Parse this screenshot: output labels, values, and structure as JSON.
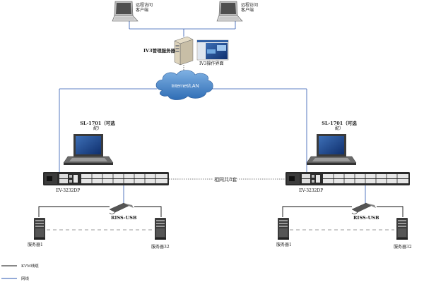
{
  "labels": {
    "remote_client_left": [
      "远程访问",
      "客户端"
    ],
    "remote_client_right": [
      "远程访问",
      "客户端"
    ],
    "iv3_server": "IV3管理服务器",
    "iv3_ui": "IV3操作界面",
    "cloud": "Internet/LAN",
    "sl_left": [
      "SL-1701（可选",
      "配）"
    ],
    "sl_right": [
      "SL-1701（可选",
      "配）"
    ],
    "switch_left": "EV-3232DP",
    "switch_right": "EV-3232DP",
    "middle": "相同共8套",
    "riss_left": "RISS-USB",
    "riss_right": "RISS-USB",
    "server1_left": "服务器1",
    "server32_left": "服务器32",
    "server1_right": "服务器1",
    "server32_right": "服务器32"
  },
  "legend": {
    "kvm": "KVM线缆",
    "net": "网线"
  },
  "colors": {
    "network_line": "#2a56b0",
    "kvm_line": "#111111",
    "cloud_fill": "#4f8ac9",
    "switch_body": "#2b2b2b"
  }
}
